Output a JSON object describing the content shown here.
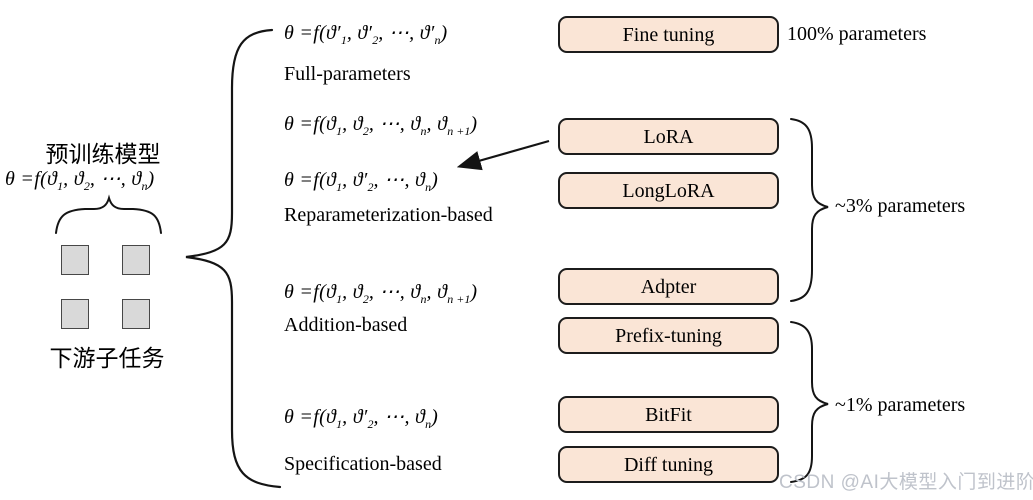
{
  "pretrained": {
    "title": "预训练模型",
    "formula": "θ =f(ϑ_1, ϑ_2, ⋯, ϑ_n)",
    "downstream_label": "下游子任务"
  },
  "categories": [
    {
      "label": "Full-parameters",
      "formulas": [
        "θ =f(ϑ′_1, ϑ′_2, ⋯, ϑ′_n)"
      ]
    },
    {
      "label": "Reparameterization-based",
      "formulas": [
        "θ =f(ϑ_1, ϑ_2, ⋯, ϑ_n, ϑ_{n +1})",
        "θ =f(ϑ_1, ϑ′_2, ⋯, ϑ_n)"
      ]
    },
    {
      "label": "Addition-based",
      "formulas": [
        "θ =f(ϑ_1, ϑ_2, ⋯, ϑ_n, ϑ_{n +1})"
      ]
    },
    {
      "label": "Specification-based",
      "formulas": [
        "θ =f(ϑ_1, ϑ′_2, ⋯, ϑ_n)"
      ]
    }
  ],
  "methods": [
    "Fine tuning",
    "LoRA",
    "LongLoRA",
    "Adpter",
    "Prefix-tuning",
    "BitFit",
    "Diff tuning"
  ],
  "annotations": {
    "full_pct": "100% parameters",
    "three_pct": "~3% parameters",
    "one_pct": "~1% parameters"
  },
  "watermark": "CSDN @AI大模型入门到进阶",
  "colors": {
    "box_fill": "#fae5d6",
    "box_border": "#1c1c1c",
    "square_fill": "#d9d9d9",
    "line": "#141414",
    "watermark": "#bfc3cb"
  }
}
